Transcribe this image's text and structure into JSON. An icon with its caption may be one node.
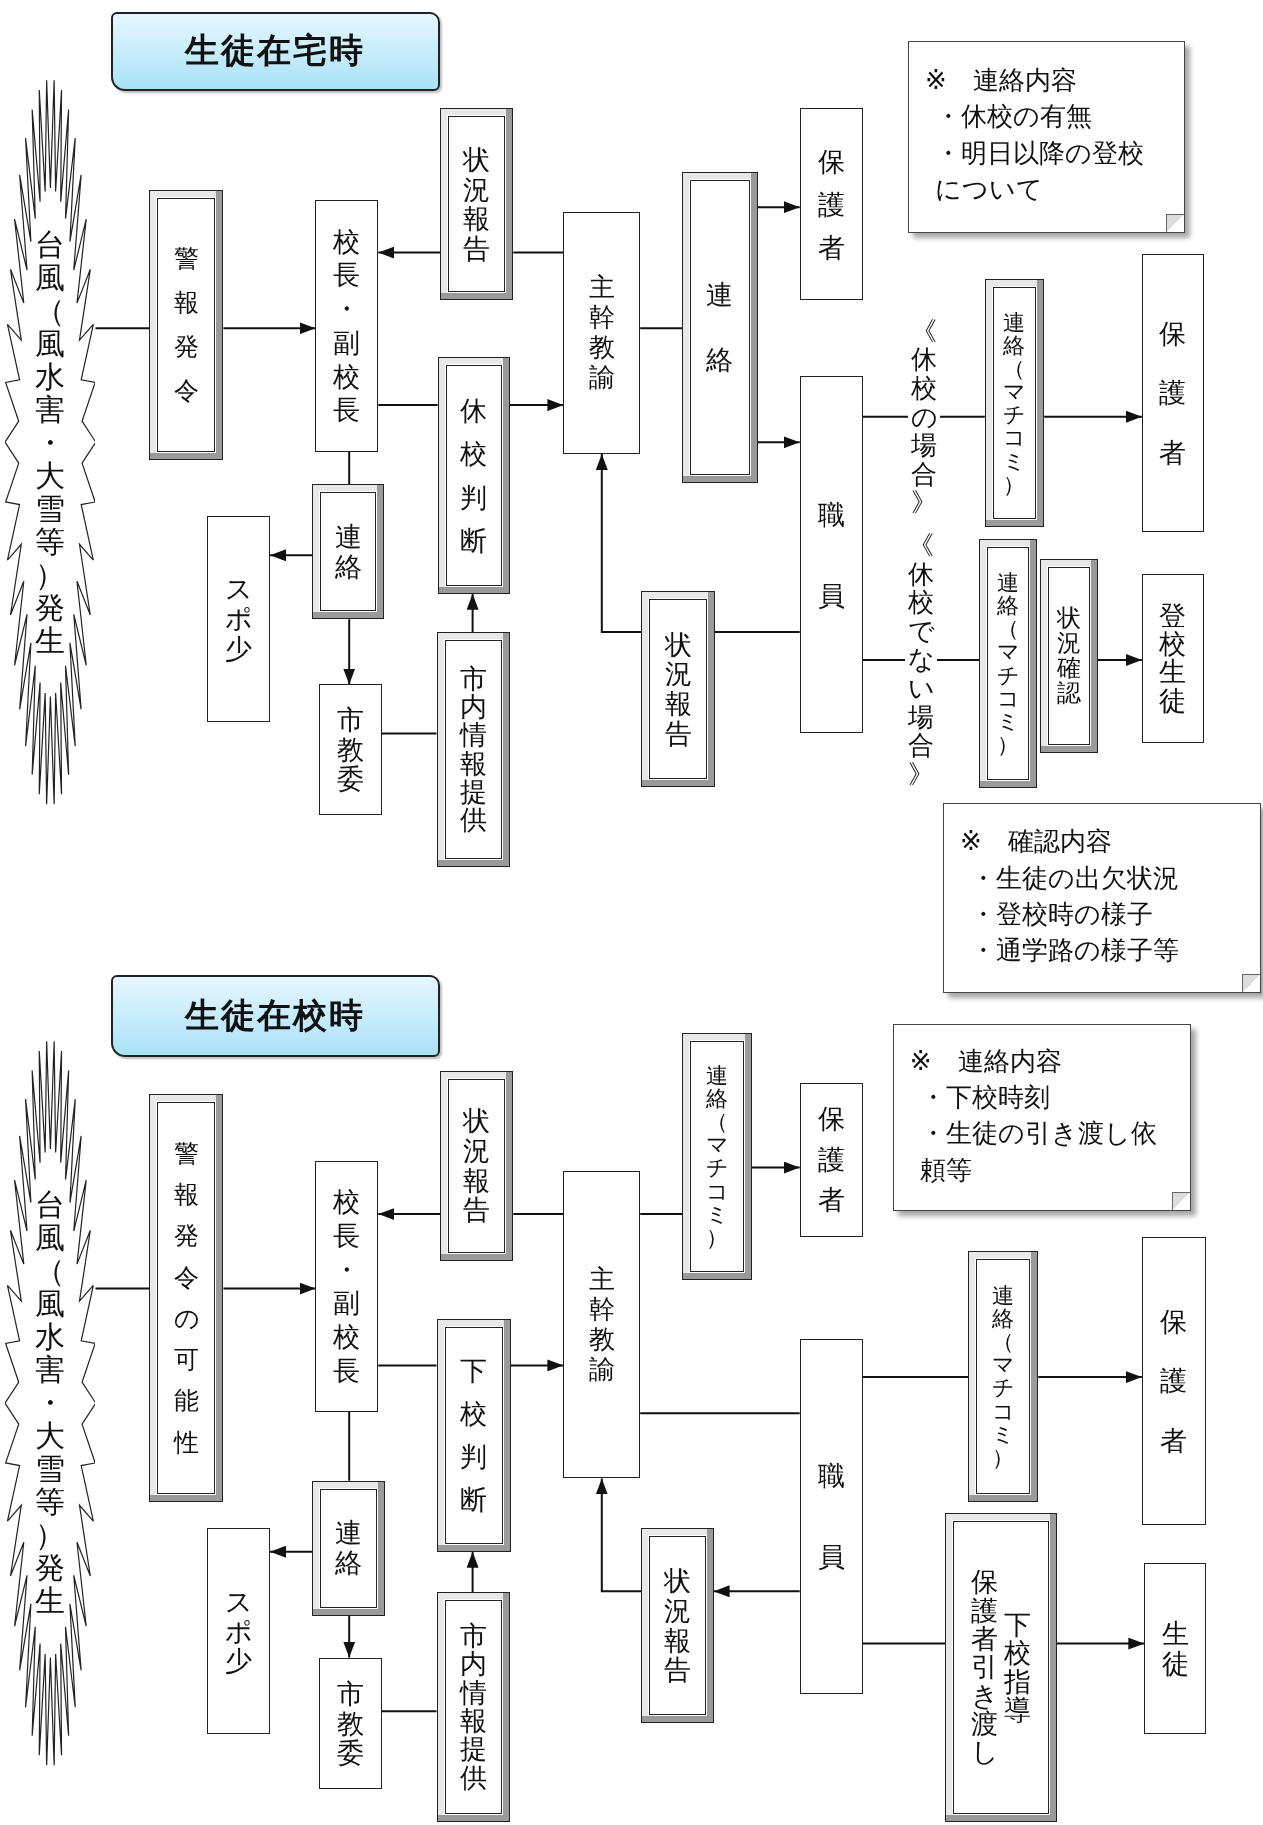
{
  "diagram": {
    "nodes": [
      {
        "text": [
          "生徒在宅時"
        ]
      },
      {
        "text": [
          "台風（風水害・大雪等）発生"
        ]
      },
      {
        "text": [
          "警報発令"
        ]
      },
      {
        "text": [
          "校長・副校長"
        ]
      },
      {
        "text": [
          "状況報告"
        ]
      },
      {
        "text": [
          "休校判断"
        ]
      },
      {
        "text": [
          "主幹教諭"
        ]
      },
      {
        "text": [
          "連絡"
        ]
      },
      {
        "text": [
          "保護者"
        ]
      },
      {
        "text": [
          "職員"
        ]
      },
      {
        "text": [
          "連絡"
        ]
      },
      {
        "text": [
          "スポ少"
        ]
      },
      {
        "text": [
          "市教委"
        ]
      },
      {
        "text": [
          "市内情報提供"
        ]
      },
      {
        "text": [
          "状況報告"
        ]
      },
      {
        "text": [
          "連絡（マチコミ）"
        ]
      },
      {
        "text": [
          "保護者"
        ]
      },
      {
        "text": [
          "連絡（マチコミ）"
        ]
      },
      {
        "text": [
          "状況確認"
        ]
      },
      {
        "text": [
          "登校生徒"
        ]
      },
      {
        "text": [
          "※　連絡内容",
          "・休校の有無",
          "・明日以降の登校について"
        ]
      },
      {
        "text": [
          "※　確認内容",
          "・生徒の出欠状況",
          "・登校時の様子",
          "・通学路の様子等"
        ]
      },
      {
        "text": [
          "生徒在校時"
        ]
      },
      {
        "text": [
          "台風（風水害・大雪等）発生"
        ]
      },
      {
        "text": [
          "警報発令の可能性"
        ]
      },
      {
        "text": [
          "校長・副校長"
        ]
      },
      {
        "text": [
          "状況報告"
        ]
      },
      {
        "text": [
          "下校判断"
        ]
      },
      {
        "text": [
          "主幹教諭"
        ]
      },
      {
        "text": [
          "連絡（マチコミ）"
        ]
      },
      {
        "text": [
          "保護者"
        ]
      },
      {
        "text": [
          "職員"
        ]
      },
      {
        "text": [
          "連絡"
        ]
      },
      {
        "text": [
          "スポ少"
        ]
      },
      {
        "text": [
          "市教委"
        ]
      },
      {
        "text": [
          "市内情報提供"
        ]
      },
      {
        "text": [
          "状況報告"
        ]
      },
      {
        "text": [
          "連絡（マチコミ）"
        ]
      },
      {
        "text": [
          "保護者"
        ]
      },
      {
        "text": [
          "保護者引き渡し",
          "下校指導"
        ]
      },
      {
        "text": [
          "生徒"
        ]
      },
      {
        "text": [
          "※　連絡内容",
          "・下校時刻",
          "・生徒の引き渡し依頼等"
        ]
      }
    ],
    "edges": [
      {
        "from": 1,
        "to": 2,
        "arrow": "none"
      },
      {
        "from": 2,
        "to": 3,
        "arrow": "to"
      },
      {
        "from": 6,
        "to": 4,
        "arrow": "none"
      },
      {
        "from": 4,
        "to": 3,
        "arrow": "to"
      },
      {
        "from": 3,
        "to": 5,
        "arrow": "none"
      },
      {
        "from": 5,
        "to": 6,
        "arrow": "to"
      },
      {
        "from": 6,
        "to": 7,
        "arrow": "none"
      },
      {
        "from": 7,
        "to": 8,
        "arrow": "to"
      },
      {
        "from": 7,
        "to": 9,
        "arrow": "to"
      },
      {
        "from": 3,
        "to": 10,
        "arrow": "none"
      },
      {
        "from": 10,
        "to": 11,
        "arrow": "to"
      },
      {
        "from": 10,
        "to": 12,
        "arrow": "to"
      },
      {
        "from": 12,
        "to": 13,
        "arrow": "none"
      },
      {
        "from": 13,
        "to": 5,
        "arrow": "to"
      },
      {
        "from": 9,
        "to": 14,
        "arrow": "none"
      },
      {
        "from": 14,
        "to": 6,
        "arrow": "to"
      },
      {
        "from": 9,
        "to": 15,
        "arrow": "none",
        "label": "《休校の場合》"
      },
      {
        "from": 15,
        "to": 16,
        "arrow": "to"
      },
      {
        "from": 9,
        "to": 17,
        "arrow": "none",
        "label": "《休校でない場合》"
      },
      {
        "from": 18,
        "to": 19,
        "arrow": "to"
      },
      {
        "from": 23,
        "to": 24,
        "arrow": "none"
      },
      {
        "from": 24,
        "to": 25,
        "arrow": "to"
      },
      {
        "from": 28,
        "to": 26,
        "arrow": "none"
      },
      {
        "from": 26,
        "to": 25,
        "arrow": "to"
      },
      {
        "from": 25,
        "to": 27,
        "arrow": "none"
      },
      {
        "from": 27,
        "to": 28,
        "arrow": "to"
      },
      {
        "from": 28,
        "to": 29,
        "arrow": "none"
      },
      {
        "from": 29,
        "to": 30,
        "arrow": "to"
      },
      {
        "from": 28,
        "to": 31,
        "arrow": "none"
      },
      {
        "from": 25,
        "to": 32,
        "arrow": "none"
      },
      {
        "from": 32,
        "to": 33,
        "arrow": "to"
      },
      {
        "from": 32,
        "to": 34,
        "arrow": "to"
      },
      {
        "from": 34,
        "to": 35,
        "arrow": "none"
      },
      {
        "from": 35,
        "to": 27,
        "arrow": "to"
      },
      {
        "from": 31,
        "to": 36,
        "arrow": "to"
      },
      {
        "from": 36,
        "to": 28,
        "arrow": "to"
      },
      {
        "from": 31,
        "to": 37,
        "arrow": "none"
      },
      {
        "from": 37,
        "to": 38,
        "arrow": "to"
      },
      {
        "from": 31,
        "to": 39,
        "arrow": "none"
      },
      {
        "from": 39,
        "to": 40,
        "arrow": "to"
      }
    ]
  }
}
